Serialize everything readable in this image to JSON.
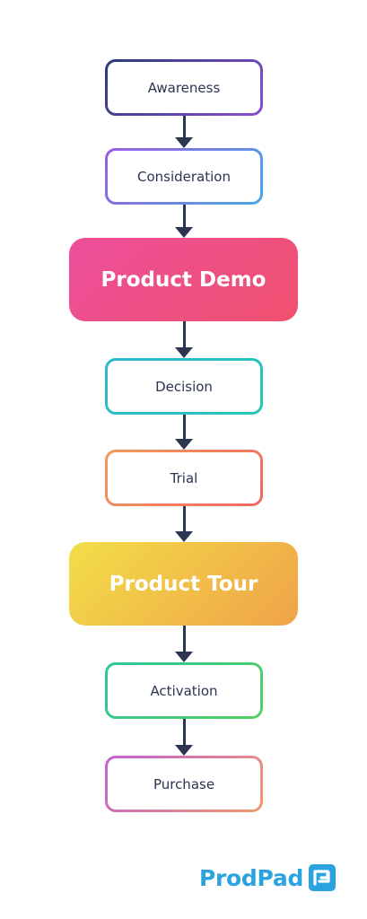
{
  "flow": {
    "steps": [
      {
        "label": "Awareness"
      },
      {
        "label": "Consideration"
      },
      {
        "label": "Product Demo"
      },
      {
        "label": "Decision"
      },
      {
        "label": "Trial"
      },
      {
        "label": "Product Tour"
      },
      {
        "label": "Activation"
      },
      {
        "label": "Purchase"
      }
    ]
  },
  "brand": {
    "name": "ProdPad",
    "color": "#2aa3df",
    "arrow_color": "#2b3550"
  }
}
